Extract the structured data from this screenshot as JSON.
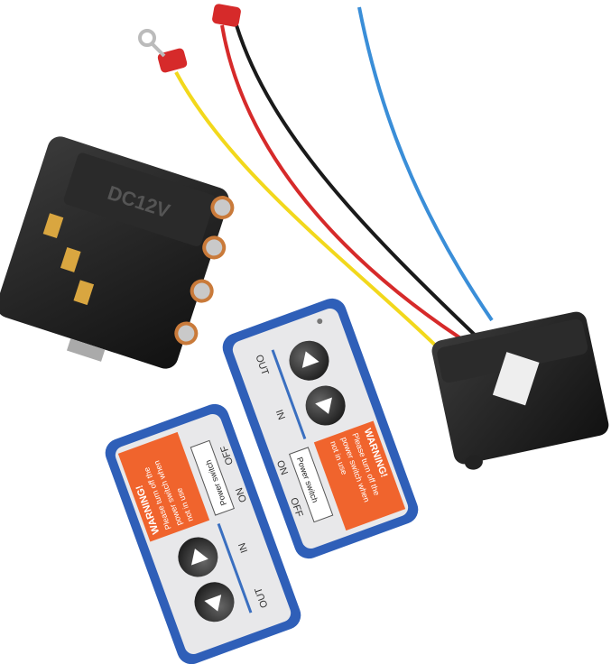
{
  "contactor": {
    "label": "DC12V"
  },
  "remote": {
    "out_label": "OUT",
    "in_label": "IN",
    "on_label": "ON",
    "off_label": "OFF",
    "power_switch_label": "Power switch",
    "warning_title": "WARNING!",
    "warning_line1": "Please turn off the",
    "warning_line2": "power switch when",
    "warning_line3": "not in use"
  },
  "colors": {
    "remote_blue": "#2f5fb8",
    "warning_orange": "#f0642d",
    "wire_yellow": "#f2d81c",
    "wire_red": "#d62a2a",
    "wire_black": "#1a1a1a",
    "wire_blue": "#3a8ed8"
  }
}
